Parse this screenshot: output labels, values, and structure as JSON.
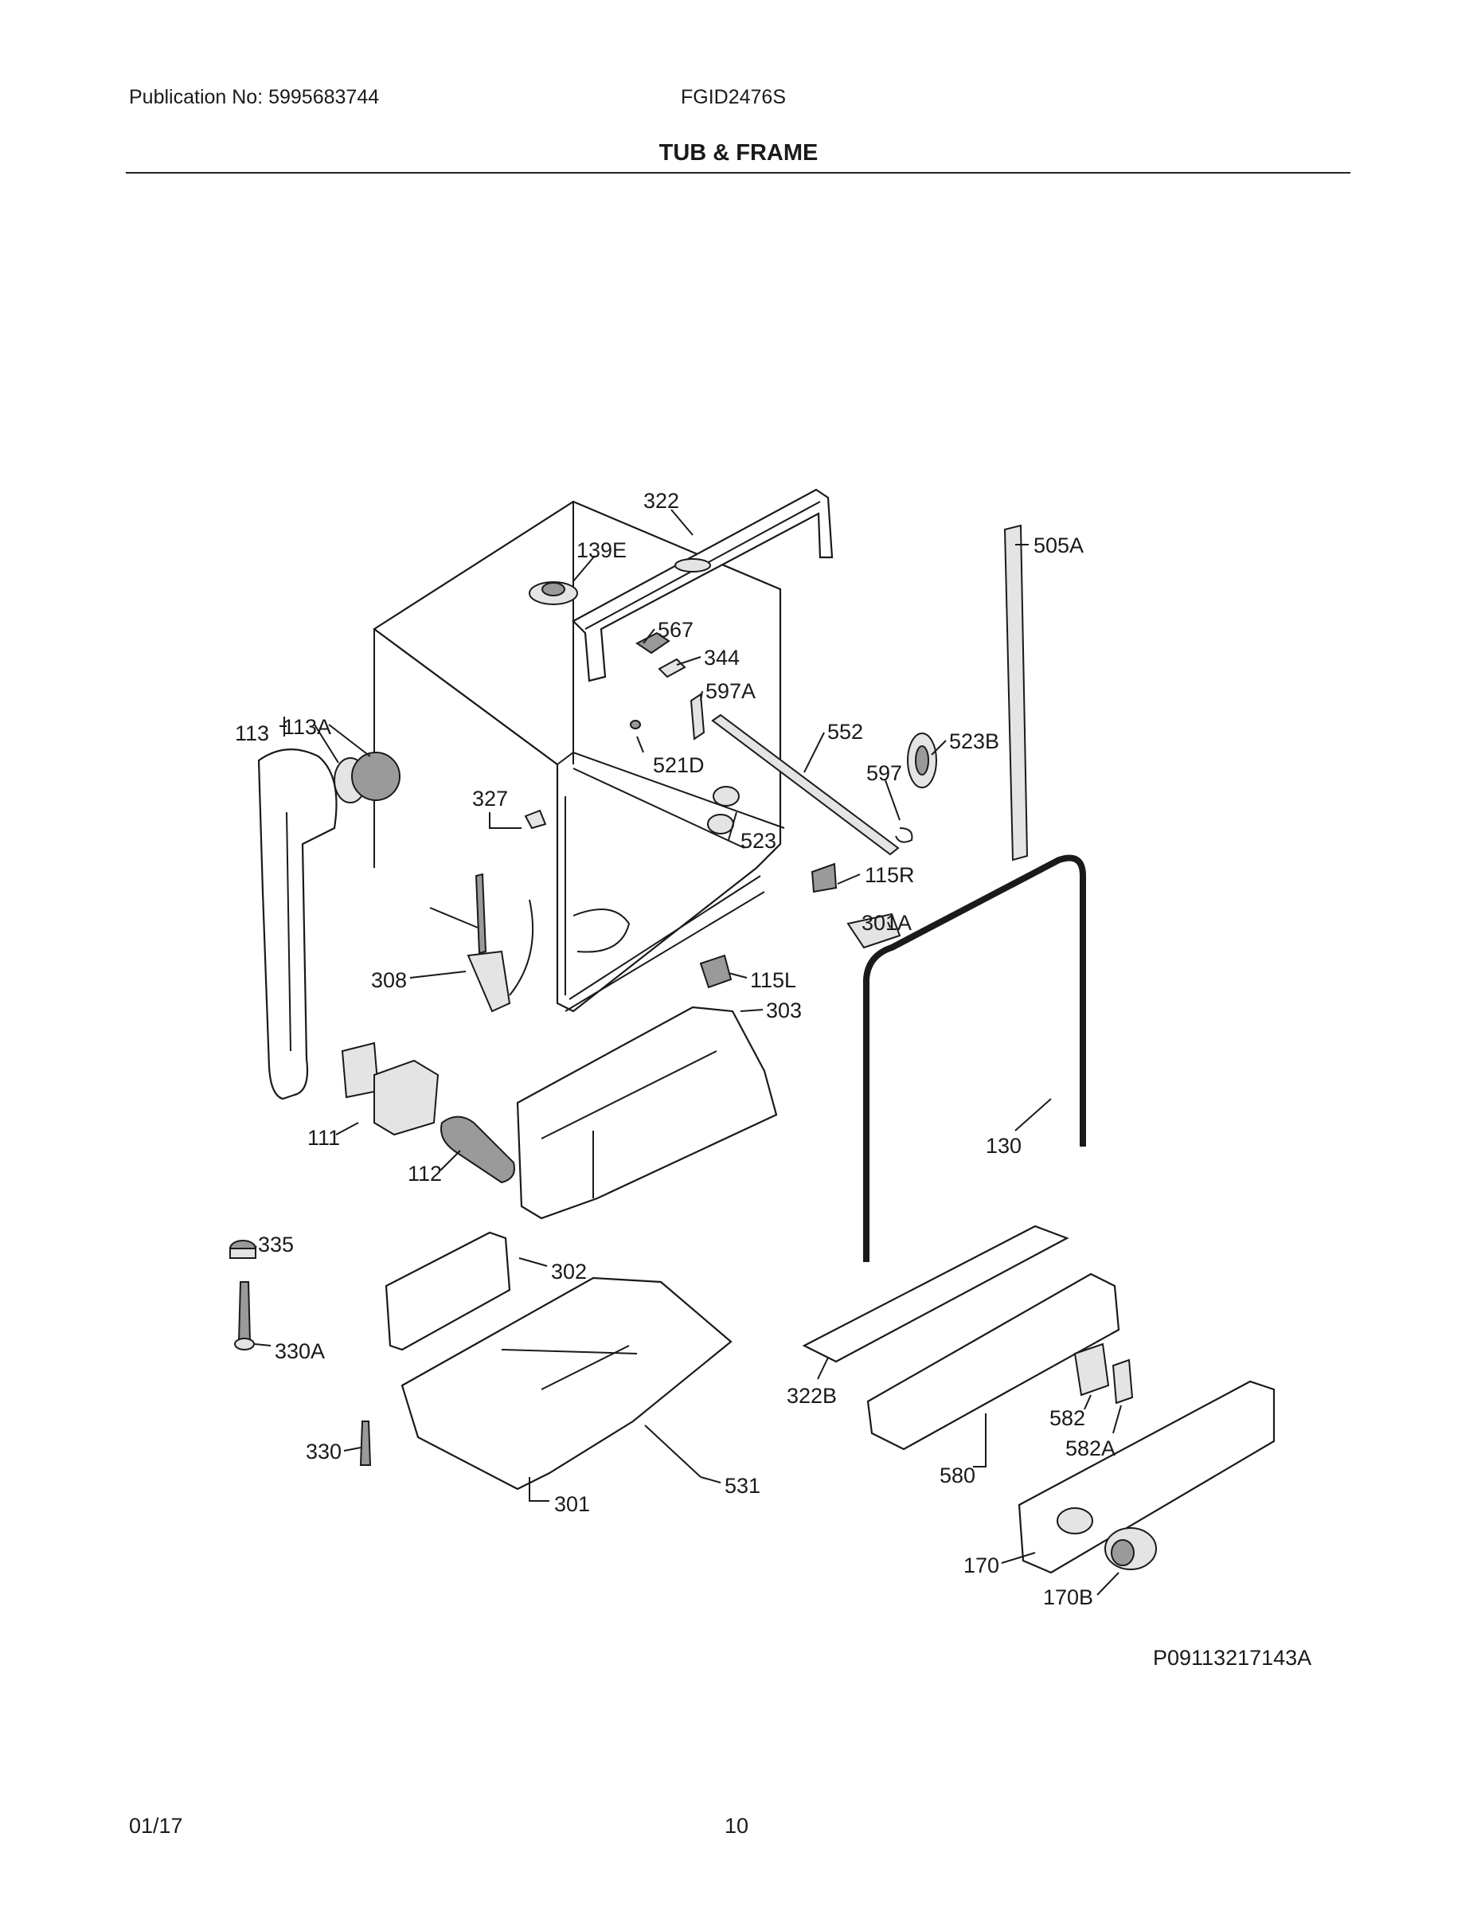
{
  "header": {
    "publication": "Publication No: 5995683744",
    "model": "FGID2476S",
    "section_title": "TUB & FRAME"
  },
  "callouts": {
    "c322": "322",
    "c139E": "139E",
    "c505A": "505A",
    "c567": "567",
    "c344": "344",
    "c597A": "597A",
    "c552": "552",
    "c523B": "523B",
    "c113": "113",
    "c113A": "113A",
    "c521D": "521D",
    "c597": "597",
    "c327": "327",
    "c523": "523",
    "c115R": "115R",
    "c301A": "301A",
    "c308": "308",
    "c115L": "115L",
    "c303": "303",
    "c111": "111",
    "c130": "130",
    "c112": "112",
    "c335": "335",
    "c302": "302",
    "c330A": "330A",
    "c322B": "322B",
    "c582": "582",
    "c582A": "582A",
    "c330": "330",
    "c580": "580",
    "c531": "531",
    "c301": "301",
    "c170": "170",
    "c170B": "170B"
  },
  "figure_code": "P09113217143A",
  "footer": {
    "date": "01/17",
    "page": "10"
  }
}
